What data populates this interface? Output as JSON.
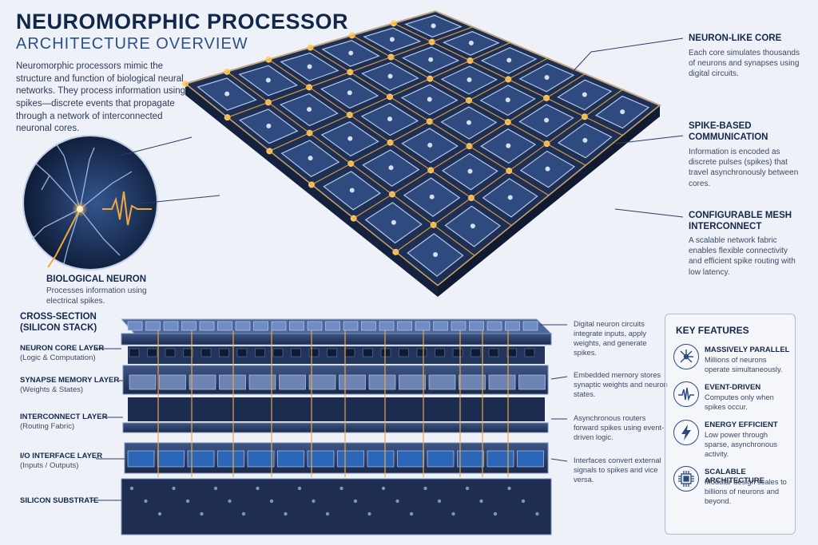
{
  "header": {
    "title": "NEUROMORPHIC PROCESSOR",
    "subtitle": "ARCHITECTURE OVERVIEW",
    "intro": "Neuromorphic processors mimic the structure and function of biological neural networks. They process information using spikes—discrete events that propagate through a network of interconnected neuronal cores."
  },
  "biological_neuron": {
    "title": "BIOLOGICAL NEURON",
    "desc": "Processes information using electrical spikes."
  },
  "callouts": [
    {
      "title": "NEURON-LIKE CORE",
      "desc": "Each core simulates thousands of neurons and synapses using digital circuits."
    },
    {
      "title": "SPIKE-BASED COMMUNICATION",
      "desc": "Information is encoded as discrete pulses (spikes) that travel asynchronously between cores."
    },
    {
      "title": "CONFIGURABLE MESH INTERCONNECT",
      "desc": "A scalable network fabric enables flexible connectivity and efficient spike routing with low latency."
    }
  ],
  "cross_section": {
    "title": "CROSS-SECTION (SILICON STACK)",
    "layers": [
      {
        "name": "NEURON CORE LAYER",
        "sub": "(Logic & Computation)",
        "desc": "Digital neuron circuits integrate inputs, apply weights, and generate spikes."
      },
      {
        "name": "SYNAPSE MEMORY LAYER",
        "sub": "(Weights & States)",
        "desc": "Embedded memory stores synaptic weights and neuron states."
      },
      {
        "name": "INTERCONNECT LAYER",
        "sub": "(Routing Fabric)",
        "desc": "Asynchronous routers forward spikes using event-driven logic."
      },
      {
        "name": "I/O INTERFACE LAYER",
        "sub": "(Inputs / Outputs)",
        "desc": "Interfaces convert external signals to spikes and vice versa."
      },
      {
        "name": "SILICON SUBSTRATE",
        "sub": "",
        "desc": ""
      }
    ]
  },
  "key_features": {
    "title": "KEY FEATURES",
    "items": [
      {
        "title": "MASSIVELY PARALLEL",
        "desc": "Millions of neurons operate simultaneously.",
        "icon": "neuron-network-icon"
      },
      {
        "title": "EVENT-DRIVEN",
        "desc": "Computes only when spikes occur.",
        "icon": "spike-waveform-icon"
      },
      {
        "title": "ENERGY EFFICIENT",
        "desc": "Low power through sparse, asynchronous activity.",
        "icon": "lightning-bolt-icon"
      },
      {
        "title": "SCALABLE ARCHITECTURE",
        "desc": "Modular design scales to billions of neurons and beyond.",
        "icon": "chip-icon"
      }
    ]
  },
  "colors": {
    "accent": "#f2a93b",
    "navy": "#14284b",
    "chip": "#2f4472"
  }
}
